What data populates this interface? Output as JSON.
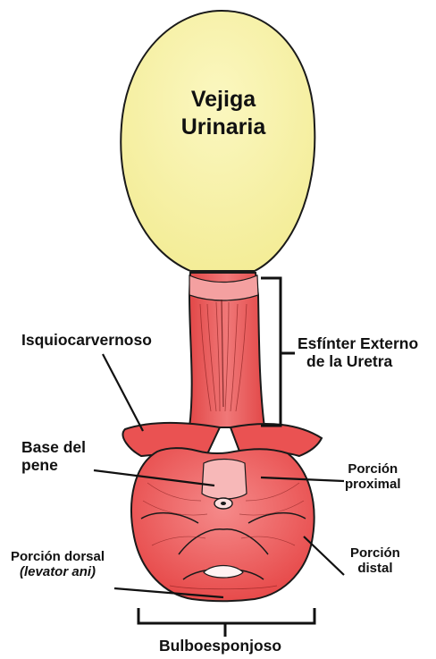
{
  "labels": {
    "bladder_line1": "Vejiga",
    "bladder_line2": "Urinaria",
    "isquio": "Isquiocarvernoso",
    "esfinter_line1": "Esfínter Externo",
    "esfinter_line2": "de la Uretra",
    "base_line1": "Base del",
    "base_line2": "pene",
    "proximal_line1": "Porción",
    "proximal_line2": "proximal",
    "dorsal_line1": "Porción dorsal",
    "dorsal_line2": "(levator ani)",
    "distal_line1": "Porción",
    "distal_line2": "distal",
    "bulbo": "Bulboesponjoso"
  },
  "colors": {
    "bladder": "#f8f3a6",
    "muscle": "#ee5a5a",
    "muscle_light": "#f28a8a",
    "outline": "#1a1a1a"
  }
}
